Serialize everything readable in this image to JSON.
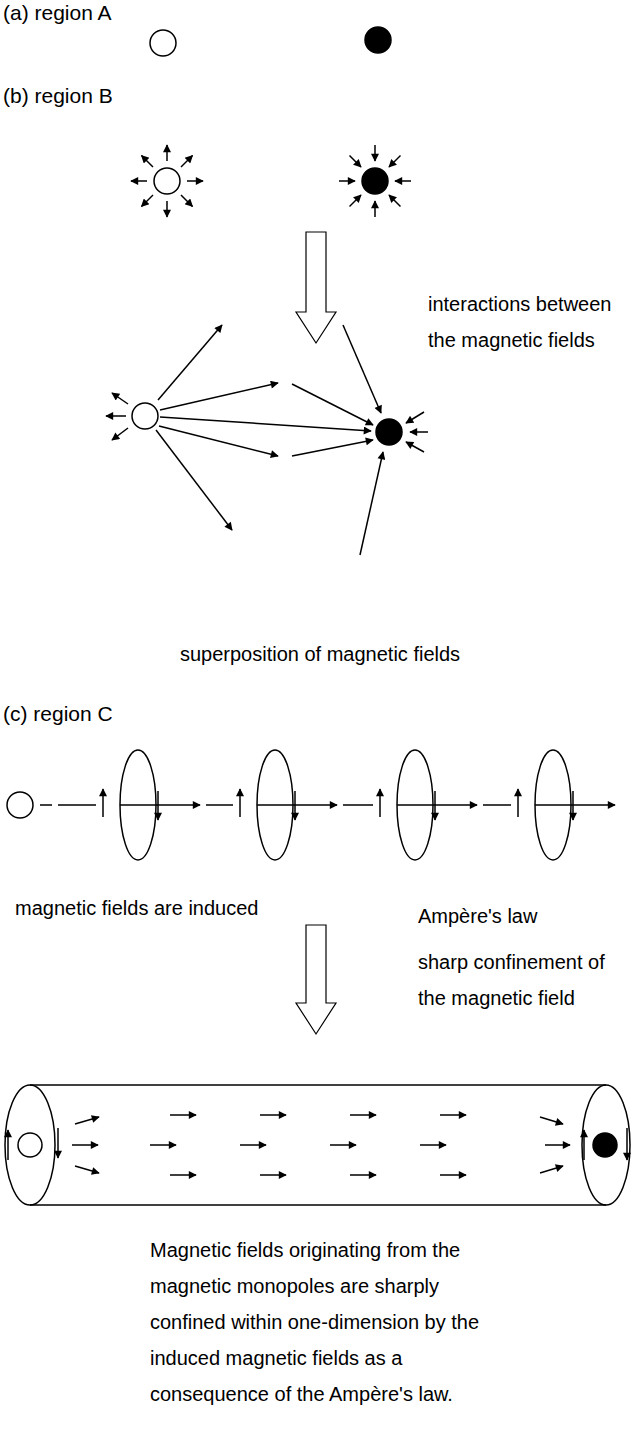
{
  "diagram": {
    "labels": [
      "(a) region A",
      "(b) region B",
      "interactions between the magnetic fields",
      "superposition of magnetic fields",
      "(c) region C",
      "magnetic fields are induced",
      "Ampère's law",
      "sharp confinement of the magnetic field",
      "Magnetic fields originating from the magnetic monopoles are sharply confined within one-dimension by the induced magnetic fields as a consequence of the Ampère's law."
    ]
  }
}
